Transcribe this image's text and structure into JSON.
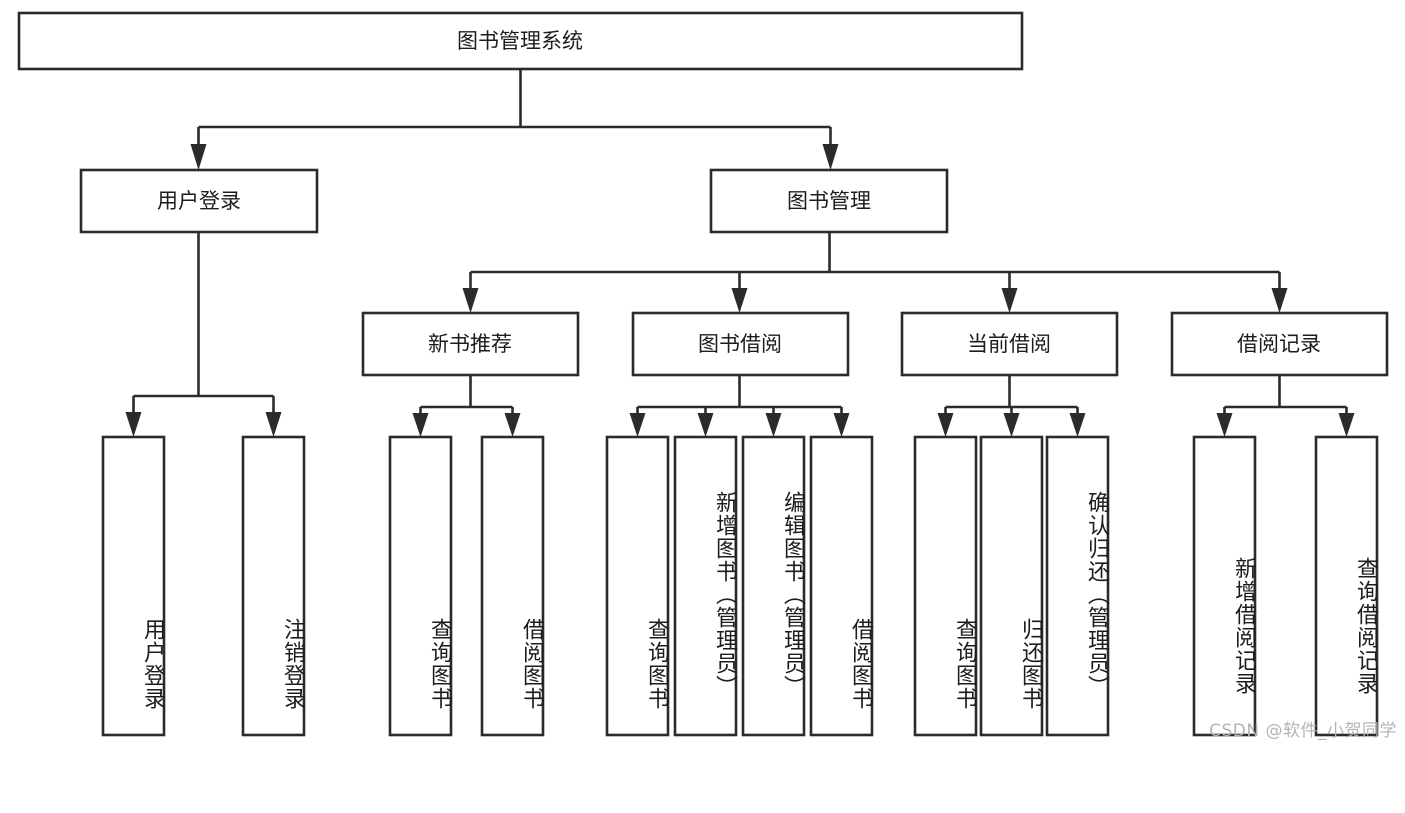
{
  "diagram": {
    "title": "图书管理系统",
    "type": "tree-hierarchy-flowchart",
    "orientation": "top-down",
    "root": {
      "id": "root",
      "label": "图书管理系统"
    },
    "level2": [
      {
        "id": "user-login",
        "label": "用户登录"
      },
      {
        "id": "book-manage",
        "label": "图书管理"
      }
    ],
    "level3": [
      {
        "id": "new-book-recommend",
        "label": "新书推荐",
        "parent": "book-manage"
      },
      {
        "id": "book-borrow",
        "label": "图书借阅",
        "parent": "book-manage"
      },
      {
        "id": "current-borrow",
        "label": "当前借阅",
        "parent": "book-manage"
      },
      {
        "id": "borrow-record",
        "label": "借阅记录",
        "parent": "book-manage"
      }
    ],
    "leaves": [
      {
        "id": "leaf-user-login",
        "label": "用户登录",
        "parent": "user-login"
      },
      {
        "id": "leaf-logout-login",
        "label": "注销登录",
        "parent": "user-login"
      },
      {
        "id": "leaf-query-book-1",
        "label": "查询图书",
        "parent": "new-book-recommend"
      },
      {
        "id": "leaf-borrow-book-1",
        "label": "借阅图书",
        "parent": "new-book-recommend"
      },
      {
        "id": "leaf-query-book-2",
        "label": "查询图书",
        "parent": "book-borrow"
      },
      {
        "id": "leaf-add-book",
        "label": "新增图书（管理员）",
        "parent": "book-borrow"
      },
      {
        "id": "leaf-edit-book",
        "label": "编辑图书（管理员）",
        "parent": "book-borrow"
      },
      {
        "id": "leaf-borrow-book-2",
        "label": "借阅图书",
        "parent": "book-borrow"
      },
      {
        "id": "leaf-query-book-3",
        "label": "查询图书",
        "parent": "current-borrow"
      },
      {
        "id": "leaf-return-book",
        "label": "归还图书",
        "parent": "current-borrow"
      },
      {
        "id": "leaf-confirm-return",
        "label": "确认归还（管理员）",
        "parent": "current-borrow"
      },
      {
        "id": "leaf-add-record",
        "label": "新增借阅记录",
        "parent": "borrow-record"
      },
      {
        "id": "leaf-query-record",
        "label": "查询借阅记录",
        "parent": "borrow-record"
      }
    ],
    "watermark": "CSDN @软件_小贺同学",
    "colors": {
      "background": "#ffffff",
      "stroke": "#2b2b2b",
      "text": "#1d1d1d",
      "watermark": "#b4b4b4"
    }
  }
}
